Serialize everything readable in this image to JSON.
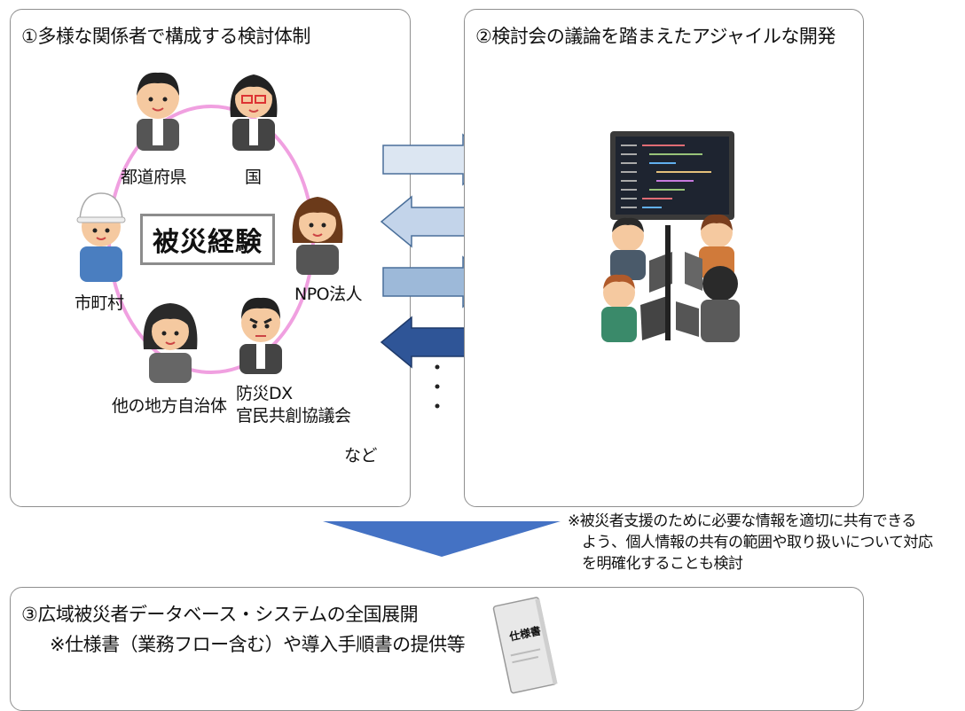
{
  "panel1": {
    "title": "①多様な関係者で構成する検討体制",
    "center_label": "被災経験",
    "participants": [
      "都道府県",
      "国",
      "市町村",
      "NPO法人",
      "他の地方自治体",
      "防災DX",
      "官民共創協議会"
    ],
    "etc": "など"
  },
  "panel2": {
    "title": "②検討会の議論を踏まえたアジャイルな開発"
  },
  "note": {
    "lines": [
      "※被災者支援のために必要な情報を適切に共有できる",
      "よう、個人情報の共有の範囲や取り扱いについて対応",
      "を明確化することも検討"
    ]
  },
  "panel3": {
    "title": "③広域被災者データベース・システムの全国展開",
    "subtitle": "※仕様書（業務フロー含む）や導入手順書の提供等",
    "book_label": "仕様書"
  },
  "colors": {
    "ring": "#f0a0e0",
    "arrow_light": "#dce6f2",
    "arrow_mid": "#9db9d9",
    "arrow_dark": "#2f5597",
    "down_arrow": "#4472c4"
  }
}
